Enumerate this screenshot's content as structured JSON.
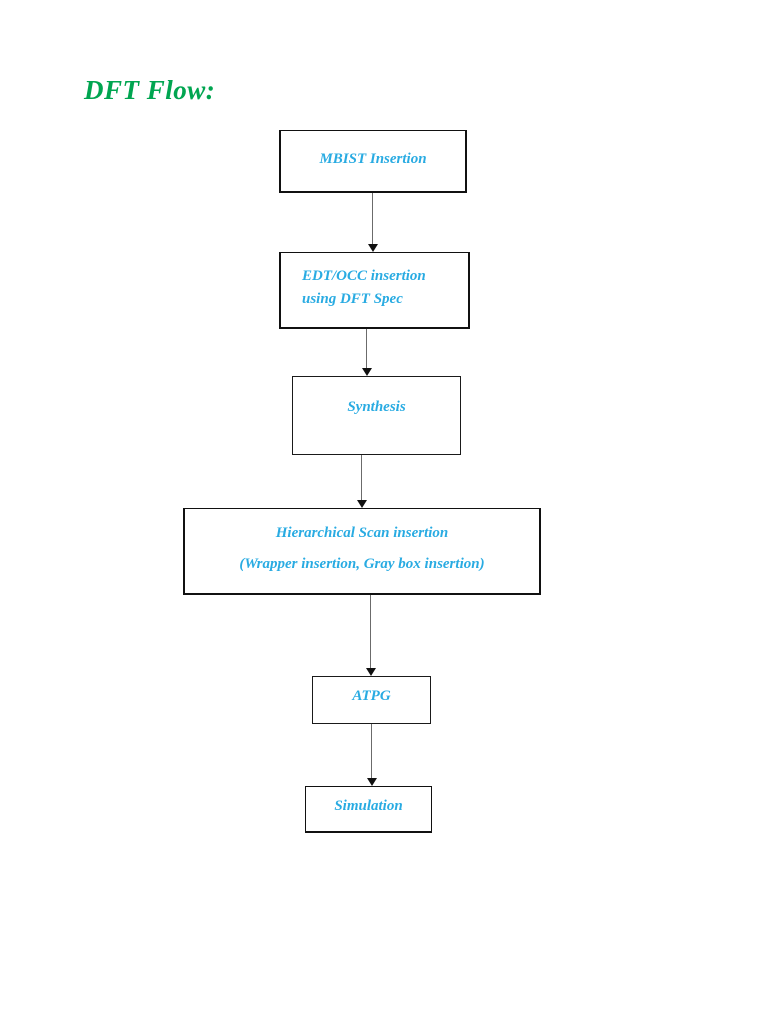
{
  "page": {
    "title": "DFT Flow:",
    "background_color": "#ffffff",
    "title_color": "#00A550",
    "node_text_color": "#29ABE2",
    "border_color": "#111111",
    "connector_color": "#6b6b6b",
    "arrowhead_color": "#101010"
  },
  "diagram_data": {
    "type": "flowchart",
    "title": "DFT Flow:",
    "orientation": "top-to-bottom",
    "nodes": [
      {
        "id": "mbist",
        "label": "MBIST Insertion",
        "lines": [
          "MBIST Insertion"
        ],
        "align": "center",
        "shape": "rectangle"
      },
      {
        "id": "edt_occ",
        "label": "EDT/OCC insertion using DFT Spec",
        "lines": [
          "EDT/OCC insertion",
          "using DFT Spec"
        ],
        "align": "left",
        "shape": "rectangle"
      },
      {
        "id": "synthesis",
        "label": "Synthesis",
        "lines": [
          "Synthesis"
        ],
        "align": "center",
        "shape": "rectangle"
      },
      {
        "id": "hier_scan",
        "label": "Hierarchical Scan insertion (Wrapper insertion, Gray box insertion)",
        "lines": [
          "Hierarchical Scan insertion",
          "(Wrapper insertion, Gray box insertion)"
        ],
        "align": "center",
        "shape": "rectangle"
      },
      {
        "id": "atpg",
        "label": "ATPG",
        "lines": [
          "ATPG"
        ],
        "align": "center",
        "shape": "rectangle"
      },
      {
        "id": "simulation",
        "label": "Simulation",
        "lines": [
          "Simulation"
        ],
        "align": "center",
        "shape": "rectangle"
      }
    ],
    "edges": [
      {
        "from": "mbist",
        "to": "edt_occ",
        "style": "arrow"
      },
      {
        "from": "edt_occ",
        "to": "synthesis",
        "style": "arrow"
      },
      {
        "from": "synthesis",
        "to": "hier_scan",
        "style": "arrow"
      },
      {
        "from": "hier_scan",
        "to": "atpg",
        "style": "arrow"
      },
      {
        "from": "atpg",
        "to": "simulation",
        "style": "arrow"
      }
    ]
  },
  "nodes": {
    "mbist": {
      "line1": "MBIST Insertion"
    },
    "edt_occ": {
      "line1": "EDT/OCC insertion",
      "line2": "using DFT Spec"
    },
    "synthesis": {
      "line1": "Synthesis"
    },
    "hier_scan": {
      "line1": "Hierarchical Scan insertion",
      "line2": "(Wrapper insertion, Gray box insertion)"
    },
    "atpg": {
      "line1": "ATPG"
    },
    "simulation": {
      "line1": "Simulation"
    }
  }
}
